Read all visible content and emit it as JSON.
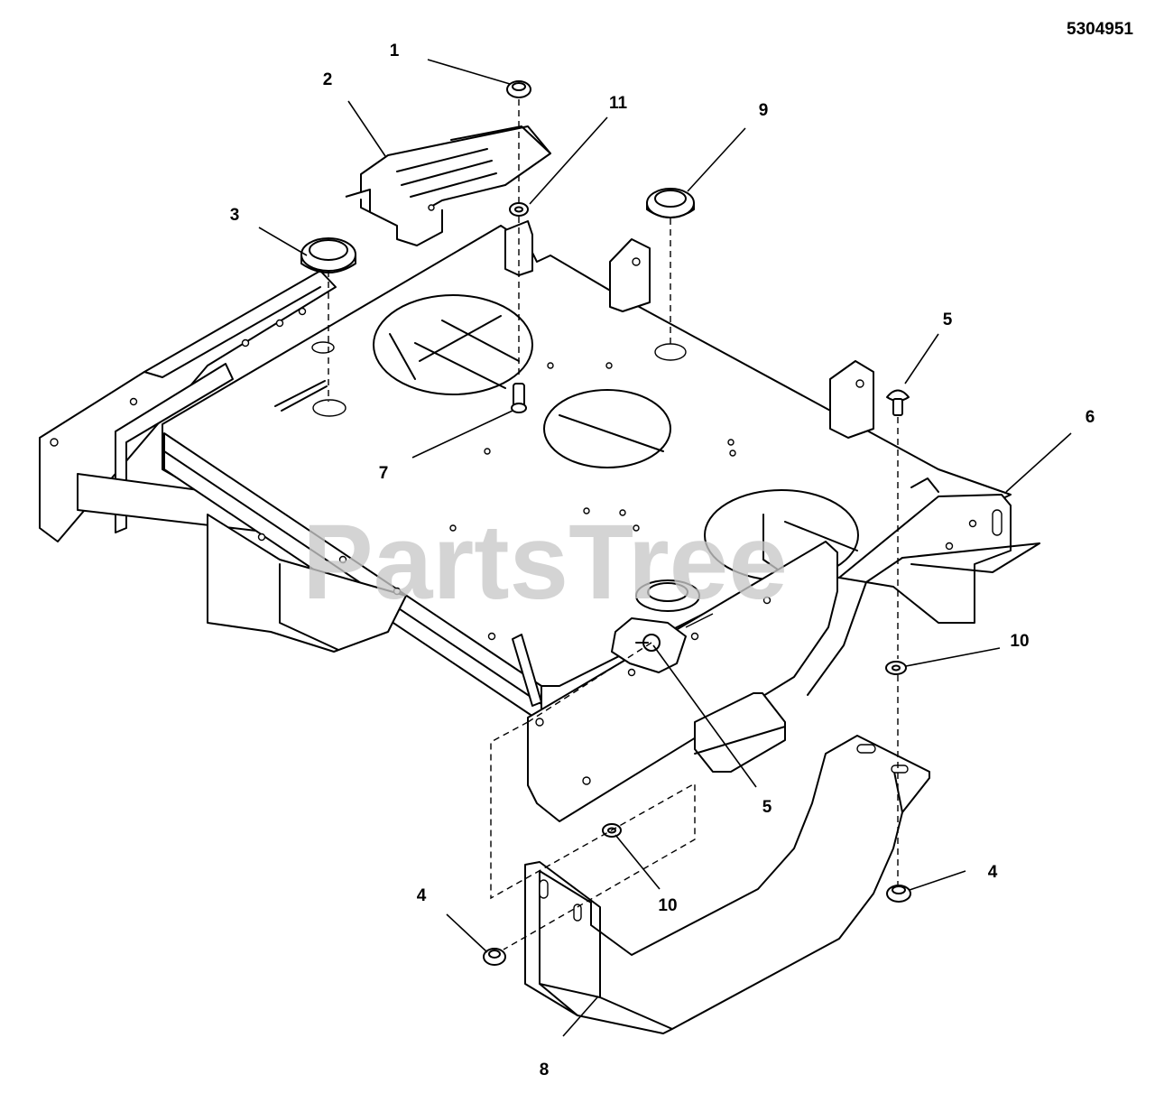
{
  "diagram": {
    "part_number": "5304951",
    "watermark": "PartsTree",
    "callouts": [
      {
        "id": "c1",
        "label": "1"
      },
      {
        "id": "c2",
        "label": "2"
      },
      {
        "id": "c3",
        "label": "3"
      },
      {
        "id": "c4a",
        "label": "4"
      },
      {
        "id": "c4b",
        "label": "4"
      },
      {
        "id": "c5a",
        "label": "5"
      },
      {
        "id": "c5b",
        "label": "5"
      },
      {
        "id": "c6",
        "label": "6"
      },
      {
        "id": "c7",
        "label": "7"
      },
      {
        "id": "c8",
        "label": "8"
      },
      {
        "id": "c9",
        "label": "9"
      },
      {
        "id": "c10a",
        "label": "10"
      },
      {
        "id": "c10b",
        "label": "10"
      },
      {
        "id": "c11",
        "label": "11"
      }
    ]
  }
}
